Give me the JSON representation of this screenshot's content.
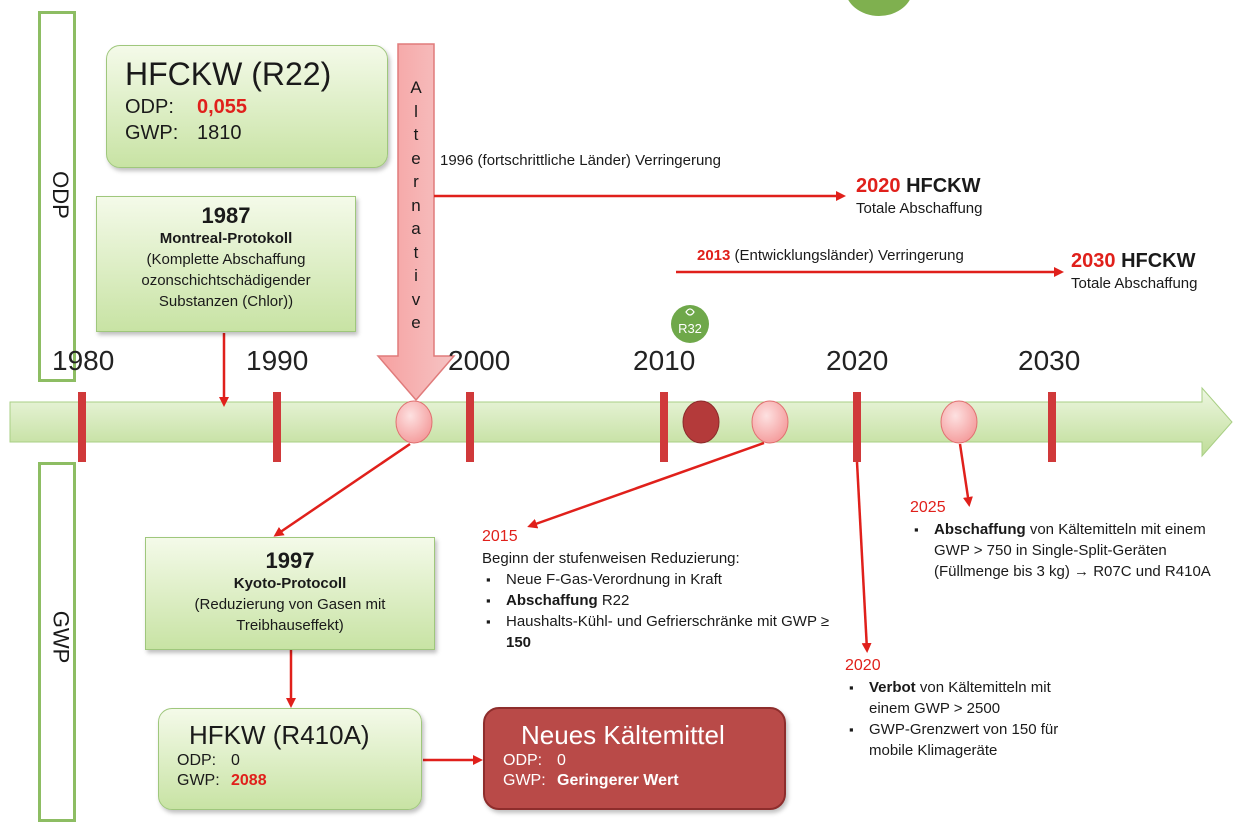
{
  "side_labels": {
    "odp": "ODP",
    "gwp": "GWP"
  },
  "timeline": {
    "years": [
      "1980",
      "1990",
      "2000",
      "2010",
      "2020",
      "2030"
    ]
  },
  "alternative_label": [
    "A",
    "l",
    "t",
    "e",
    "r",
    "n",
    "a",
    "t",
    "i",
    "v",
    "e"
  ],
  "r32_logo": {
    "text": "R32"
  },
  "hfckw_box": {
    "title": "HFCKW (R22)",
    "odp_label": "ODP:",
    "odp_value": "0,055",
    "gwp_label": "GWP:",
    "gwp_value": "1810"
  },
  "montreal_box": {
    "year": "1987",
    "title": "Montreal-Protokoll",
    "desc": "(Komplette Abschaffung ozonschichtschädigender Substanzen (Chlor))"
  },
  "kyoto_box": {
    "year": "1997",
    "title": "Kyoto-Protocoll",
    "desc": "(Reduzierung von Gasen mit Treibhauseffekt)"
  },
  "hfkw_box": {
    "title": "HFKW (R410A)",
    "odp_label": "ODP:",
    "odp_value": "0",
    "gwp_label": "GWP:",
    "gwp_value": "2088"
  },
  "new_box": {
    "title": "Neues Kältemittel",
    "odp_label": "ODP:",
    "odp_value": "0",
    "gwp_label": "GWP:",
    "gwp_value": "Geringerer Wert"
  },
  "annotations": {
    "reduction_1996": "1996 (fortschrittliche Länder) Verringerung",
    "hfckw_2020": {
      "year": "2020",
      "name": "HFCKW",
      "desc": "Totale Abschaffung"
    },
    "reduction_2013": {
      "year": "2013",
      "text": "(Entwicklungsländer) Verringerung"
    },
    "hfckw_2030": {
      "year": "2030",
      "name": "HFCKW",
      "desc": "Totale Abschaffung"
    }
  },
  "event_2015": {
    "year": "2015",
    "intro": "Beginn der stufenweisen Reduzierung:",
    "item1": "Neue F-Gas-Verordnung in Kraft",
    "item2_bold": "Abschaffung",
    "item2_rest": " R22",
    "item3_text": "Haushalts-Kühl- und Gefrierschränke mit GWP ≥ ",
    "item3_bold": "150"
  },
  "event_2020": {
    "year": "2020",
    "item1_bold": "Verbot",
    "item1_rest": " von Kältemitteln mit einem GWP  > 2500",
    "item2": "GWP-Grenzwert von 150 für mobile Klimageräte"
  },
  "event_2025": {
    "year": "2025",
    "item1_bold": "Abschaffung",
    "item1_rest": " von Kältemitteln mit einem GWP > 750 in Single-Split-Geräten (Füllmenge bis 3 kg) → R07C und R410A"
  },
  "colors": {
    "arrow_red": "#e0201b",
    "timeline_green": "#cfe6b0",
    "box_green": "#c8e3a4",
    "dark_red_box": "#b94a48",
    "marker_red": "#d0393a",
    "pink_circle": "#f6a8a8",
    "frame_green": "#8dbd63"
  }
}
